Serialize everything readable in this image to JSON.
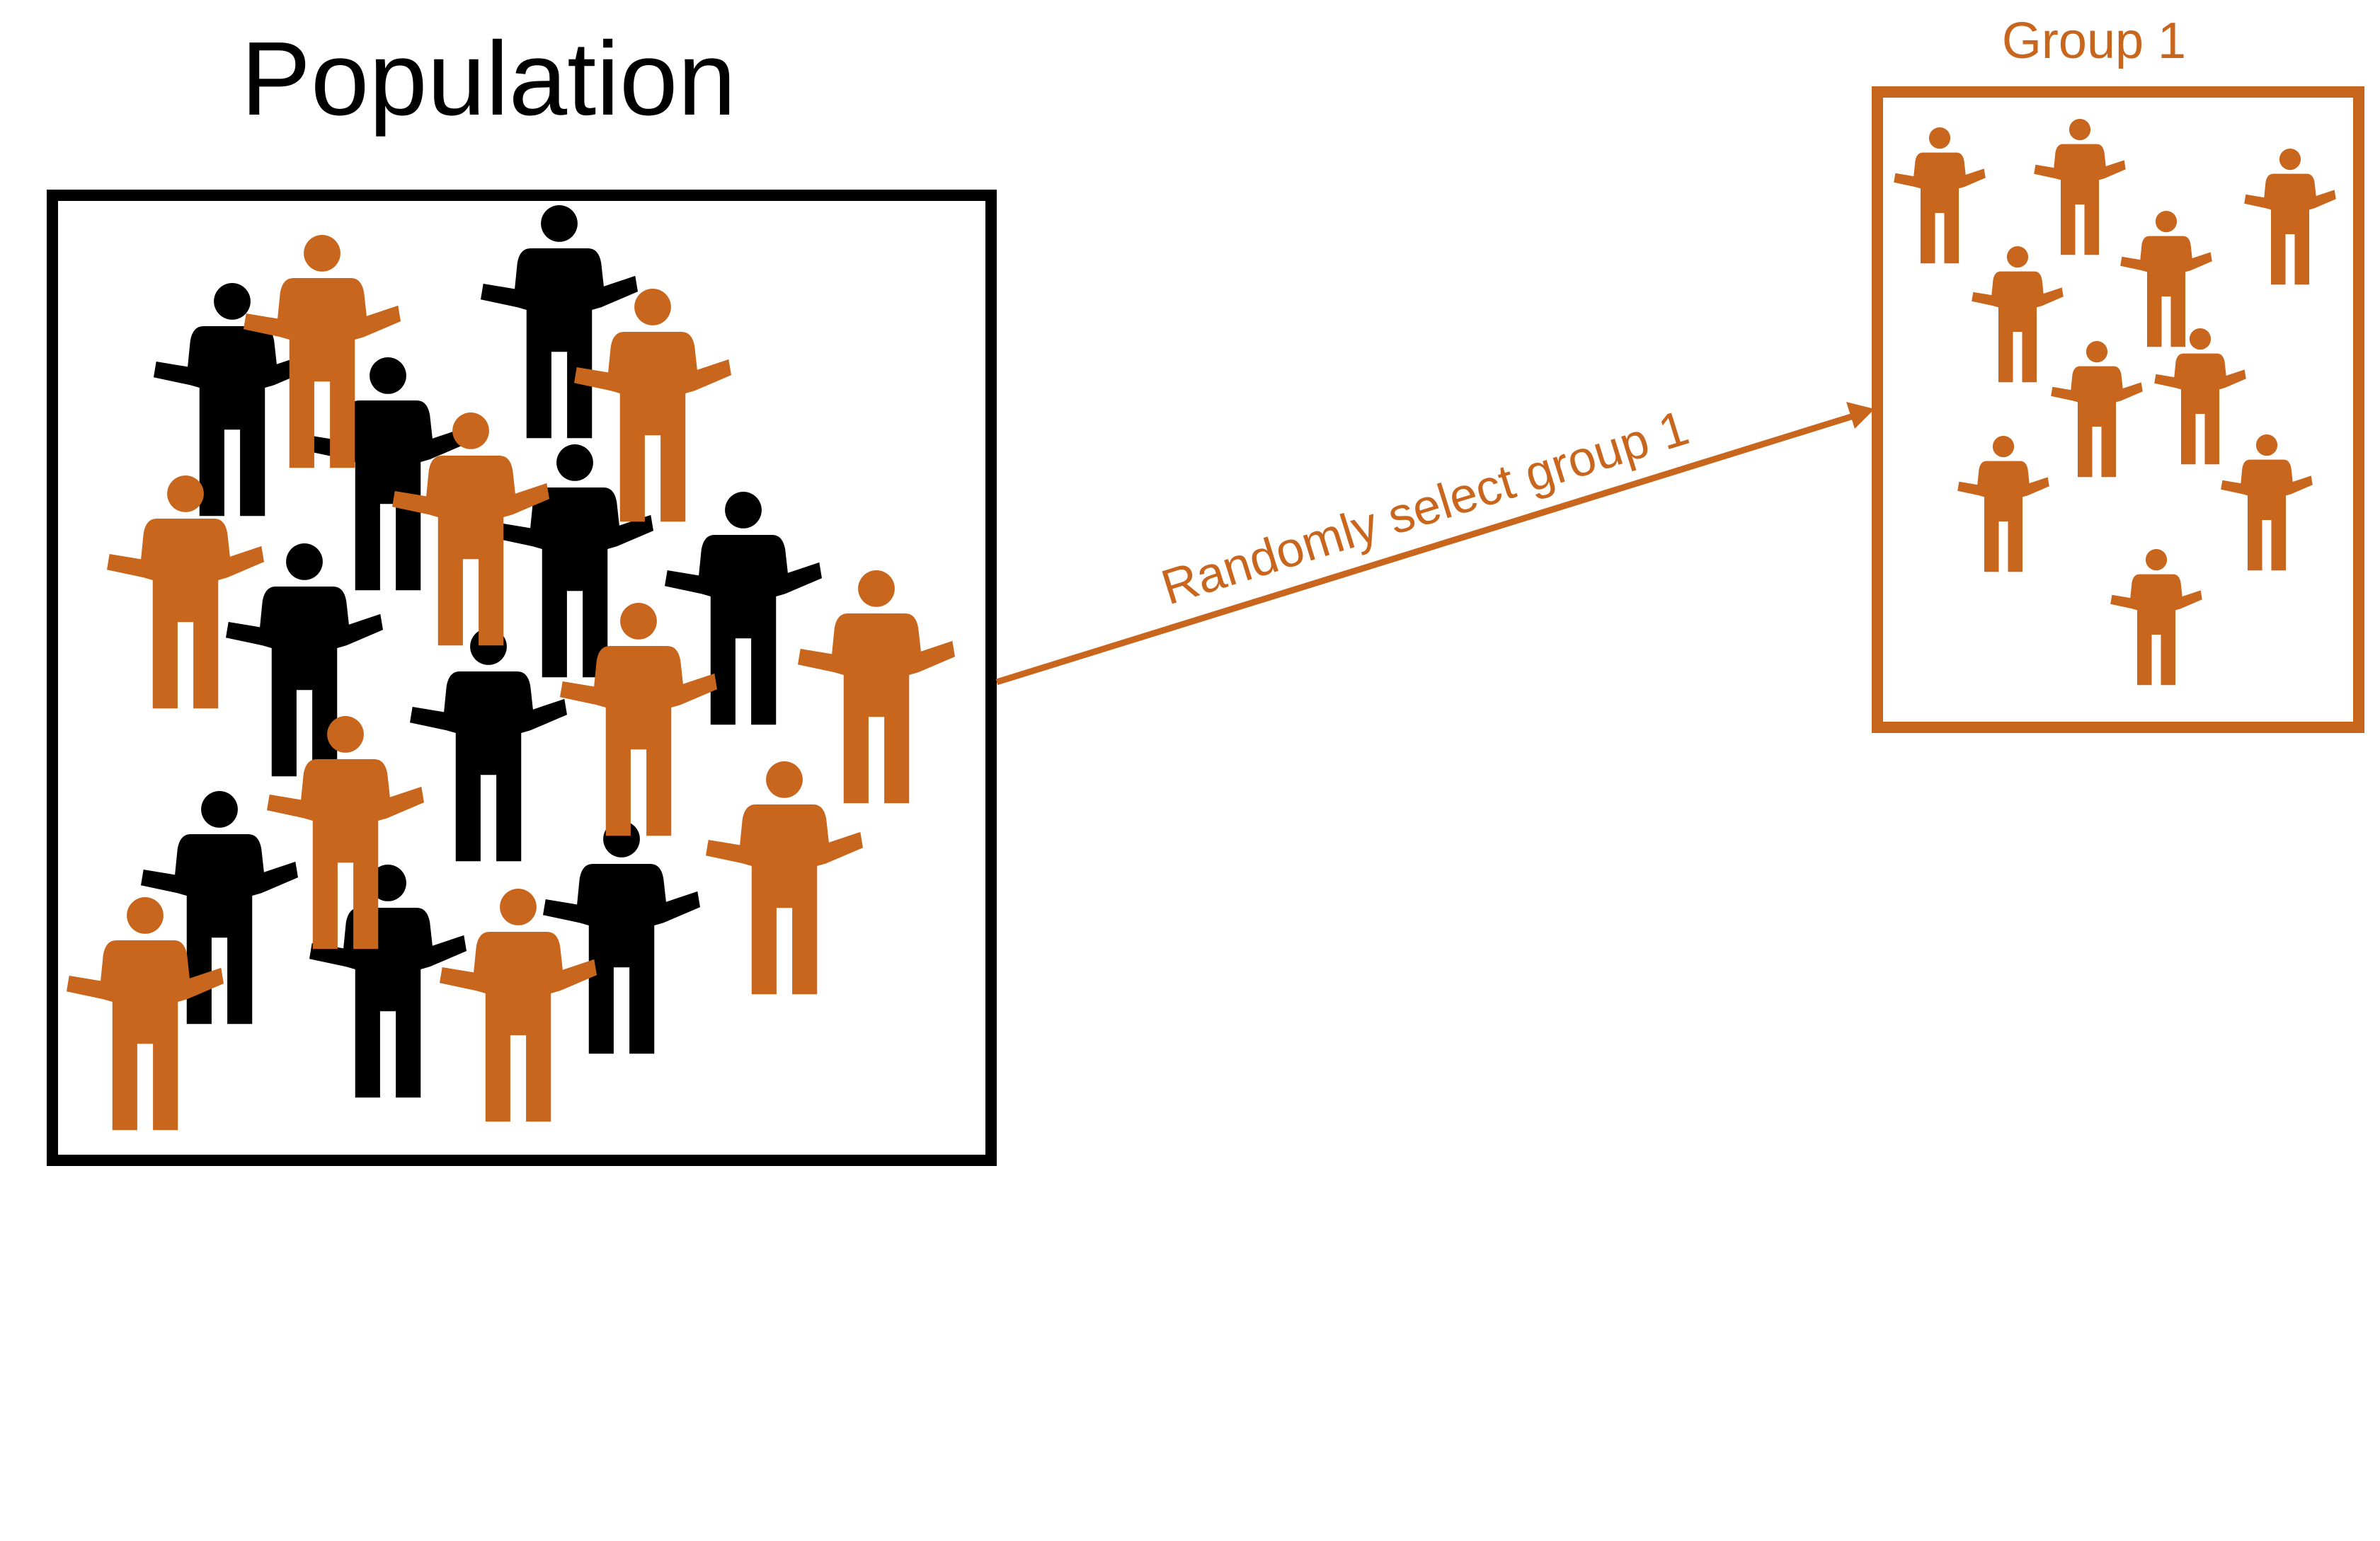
{
  "population": {
    "title": "Population",
    "border_color": "#000000"
  },
  "group": {
    "title": "Group 1",
    "border_color": "#C8661E"
  },
  "arrow": {
    "label": "Randomly select group 1",
    "color": "#C8661E"
  },
  "colors": {
    "orange": "#C8661E",
    "black": "#000000",
    "background": "#ffffff"
  },
  "icons": {
    "person": "person-shrug-icon"
  }
}
